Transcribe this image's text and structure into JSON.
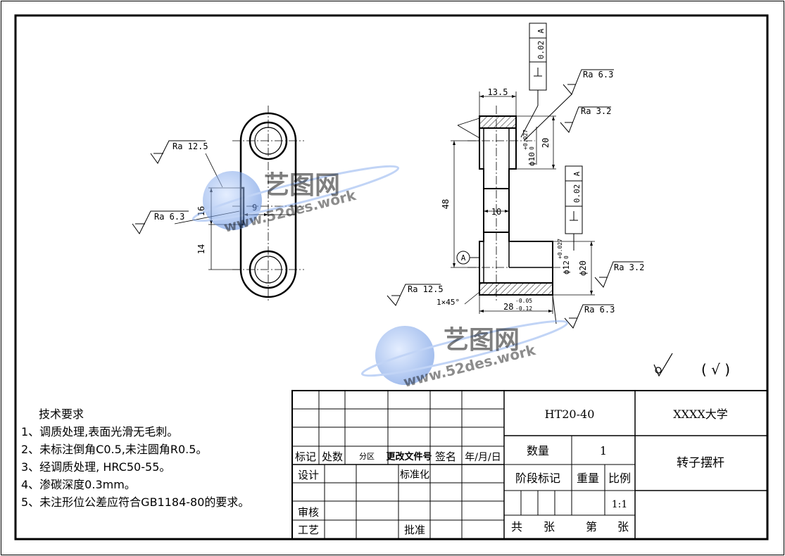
{
  "drawing": {
    "plan_view": {
      "roughness_top": "Ra 12.5",
      "roughness_side": "Ra 6.3",
      "dim_slot_height": "16",
      "dim_slot_depth": "9",
      "dim_bottom": "14"
    },
    "section_view": {
      "dim_top_width": "13.5",
      "dim_top_height": "20",
      "dim_overall_height": "48",
      "dim_web": "10",
      "dim_bore_upper": "ϕ10",
      "dim_bore_upper_tol_up": "+0.027",
      "dim_bore_upper_tol_low": "0",
      "dim_bore_lower": "ϕ12",
      "dim_bore_lower_tol_up": "+0.027",
      "dim_bore_lower_tol_low": "0",
      "dim_lower_dia": "ϕ20",
      "dim_length": "28",
      "dim_length_tol_up": "-0.05",
      "dim_length_tol_low": "-0.12",
      "chamfer": "1×45°",
      "datum_label": "A",
      "roughness_top_right": "Ra 6.3",
      "roughness_upper_right": "Ra 3.2",
      "roughness_lower_right": "Ra 3.2",
      "roughness_bottom_left": "Ra 12.5",
      "roughness_bottom_right": "Ra 6.3",
      "tolerance_frame_upper": {
        "value": "0.02",
        "datum": "A"
      },
      "tolerance_frame_lower": {
        "value": "0.02",
        "datum": "A"
      }
    },
    "general_roughness": {
      "brackets": "( √ )"
    }
  },
  "watermark": {
    "brand": "艺图网",
    "url": "www.52des.work"
  },
  "tech_requirements": {
    "title": "技术要求",
    "items": [
      "1、调质处理,表面光滑无毛刺。",
      "2、未标注倒角C0.5,未注圆角R0.5。",
      "3、经调质处理, HRC50-55。",
      "4、渗碳深度0.3mm。",
      "5、未注形位公差应符合GB1184-80的要求。"
    ]
  },
  "title_block": {
    "material": "HT20-40",
    "organization": "XXXX大学",
    "part_name": "转子摆杆",
    "quantity_label": "数量",
    "quantity_value": "1",
    "stage_label": "阶段标记",
    "weight_label": "重量",
    "scale_label": "比例",
    "scale_value": "1:1",
    "sheets_total": "共",
    "sheet_unit1": "张",
    "sheet_no": "第",
    "sheet_unit2": "张",
    "rev_headers": [
      "标记",
      "处数",
      "分区",
      "更改文件号",
      "签名",
      "年/月/日"
    ],
    "design_label": "设计",
    "standard_label": "标准化",
    "review_label": "审核",
    "process_label": "工艺",
    "approve_label": "批准"
  },
  "colors": {
    "line": "#000000",
    "watermark_blue": "#3d6fd6",
    "watermark_light": "#8fb1ee"
  }
}
